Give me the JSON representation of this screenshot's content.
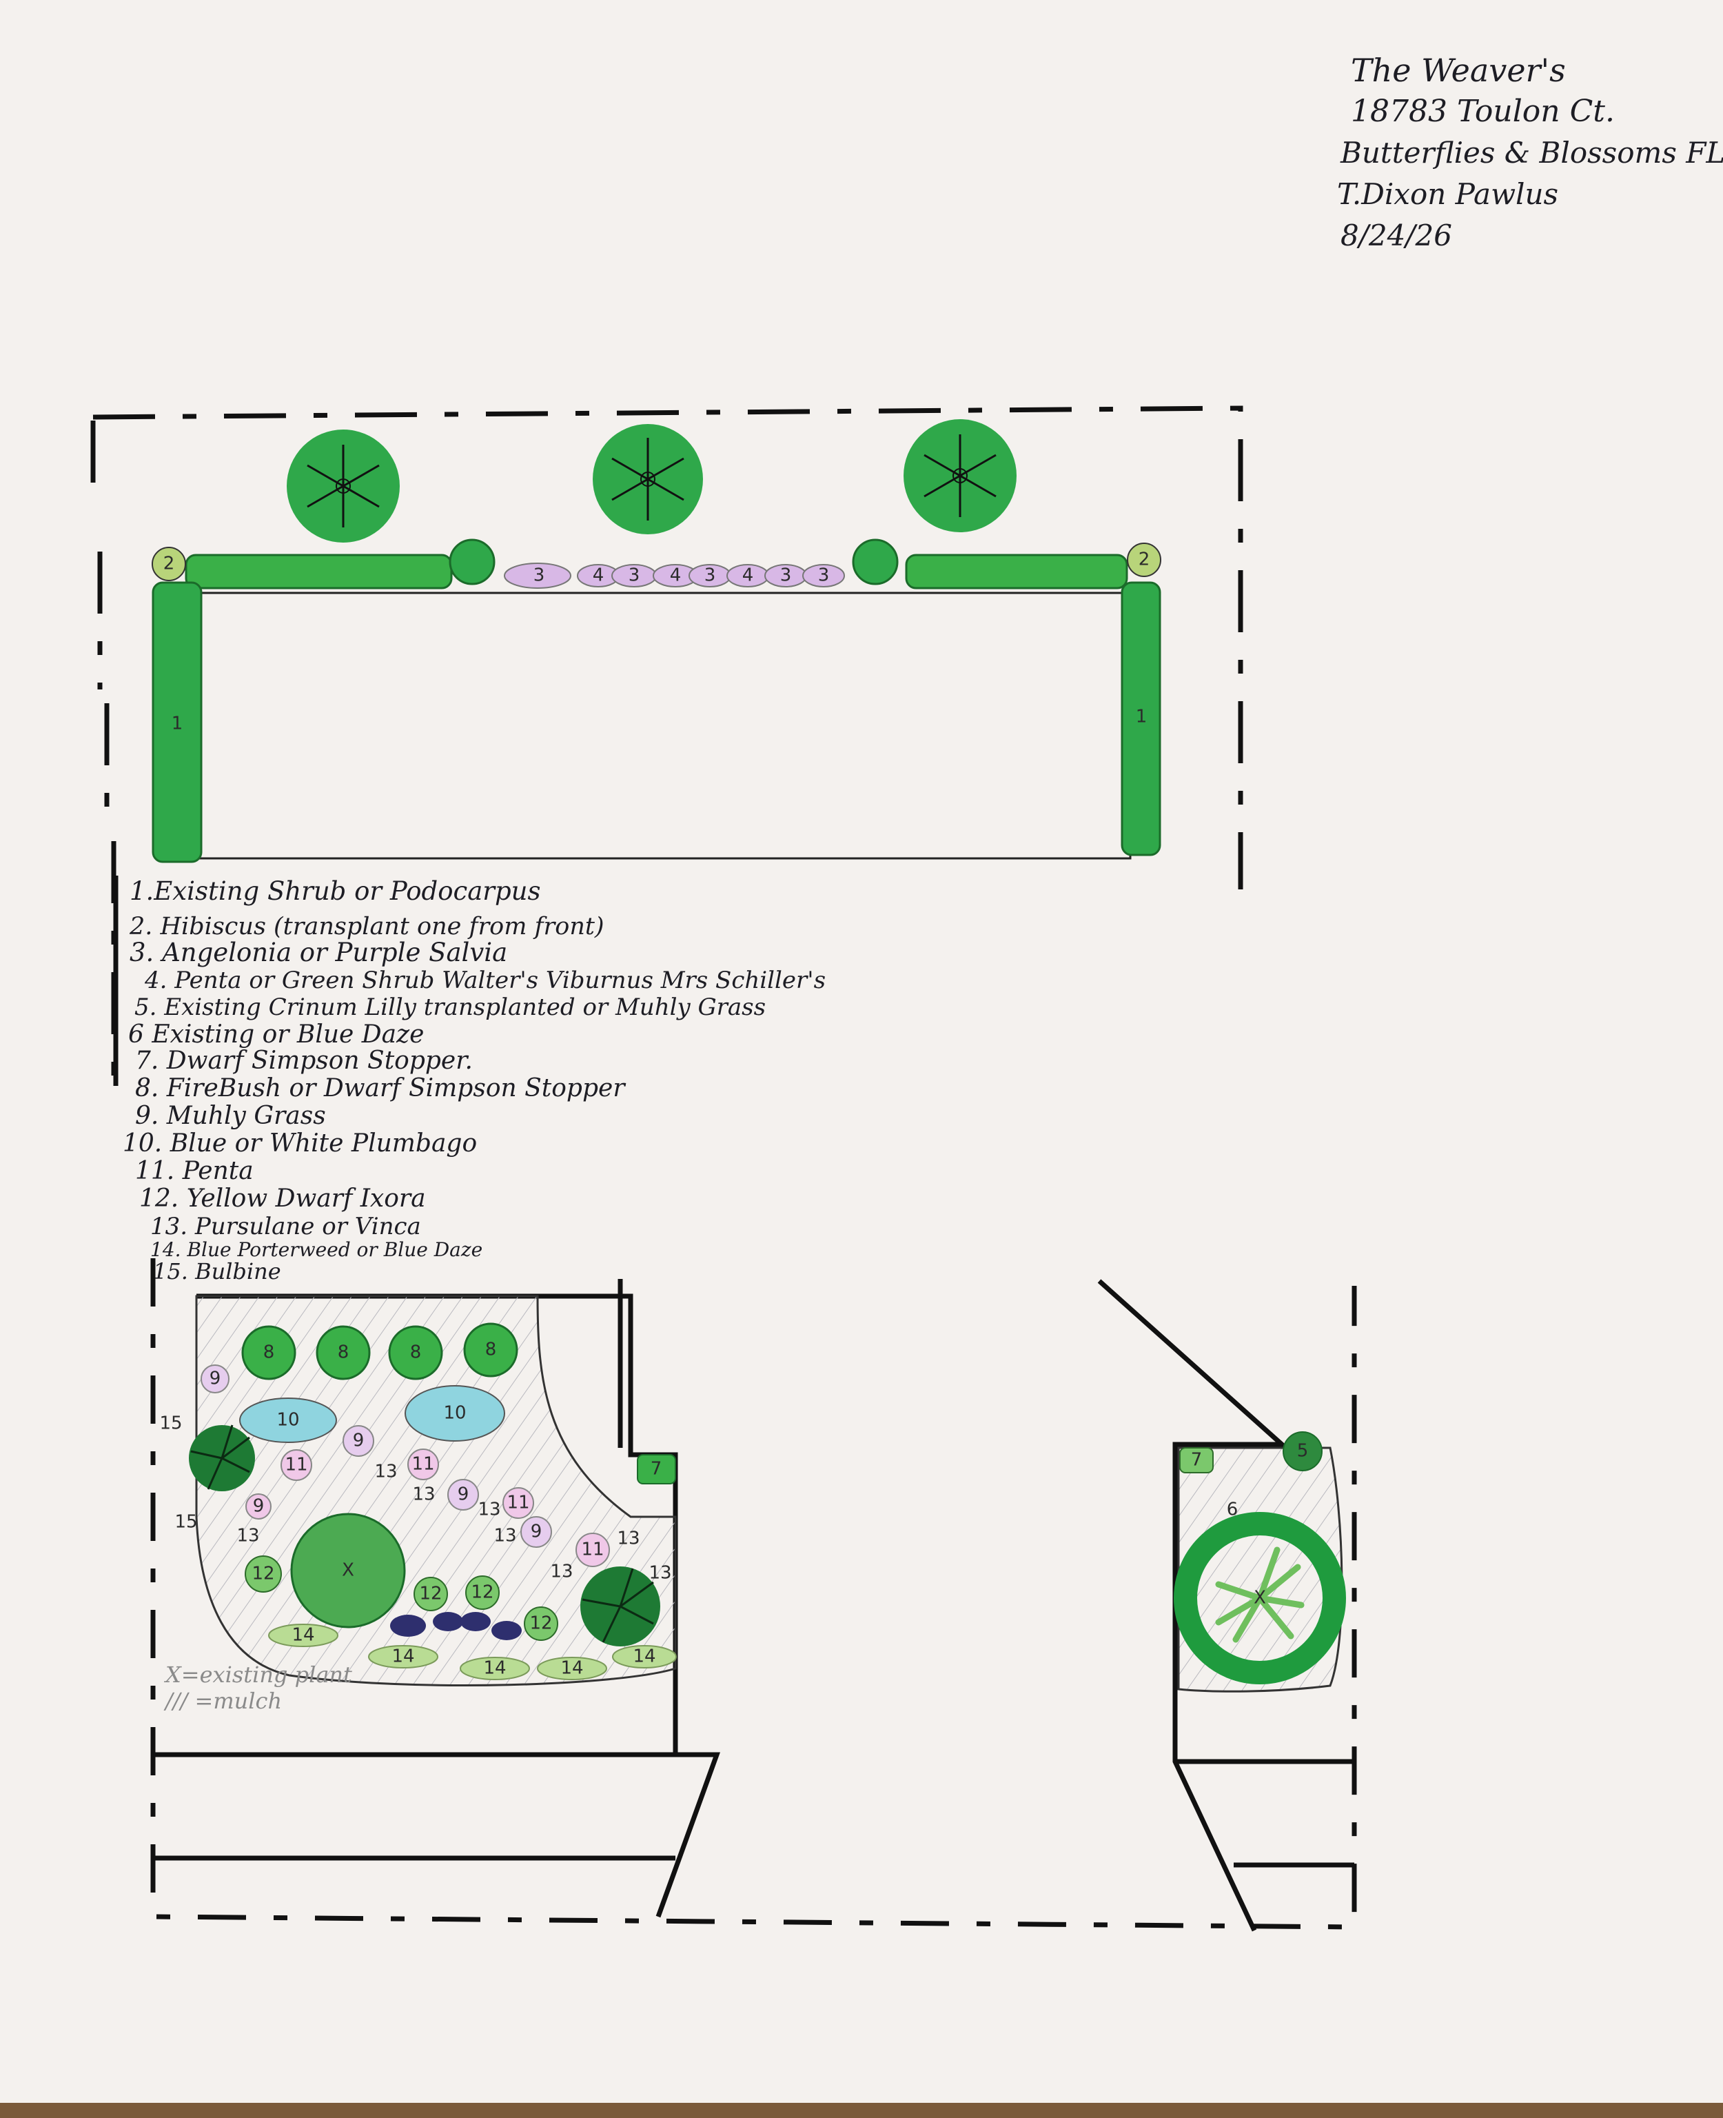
{
  "title_block": {
    "line1": "The Weaver's",
    "line2": "18783 Toulon Ct.",
    "line3": "Butterflies & Blossoms FL",
    "line4": "T.Dixon Pawlus",
    "line5": "8/24/26"
  },
  "legend": [
    "1.Existing Shrub or Podocarpus",
    "2. Hibiscus (transplant one from front)",
    "3. Angelonia or Purple Salvia",
    "4. Penta or Green Shrub Walter's Viburnus Mrs Schiller's",
    "5. Existing Crinum Lilly transplanted or Muhly Grass",
    "6 Existing or Blue Daze",
    "7. Dwarf Simpson Stopper.",
    "8. FireBush or Dwarf Simpson Stopper",
    "9. Muhly Grass",
    "10. Blue or White Plumbago",
    "11. Penta",
    "12. Yellow Dwarf Ixora",
    "13. Pursulane or Vinca",
    "14. Blue Porterweed or Blue Daze",
    "15. Bulbine"
  ],
  "notes": {
    "existing": "X=existing plant",
    "mulch": "/// =mulch"
  },
  "labels": {
    "n1": "1",
    "n2": "2",
    "n3": "3",
    "n4": "4",
    "n5": "5",
    "n6": "6",
    "n7": "7",
    "n8": "8",
    "n9": "9",
    "n10": "10",
    "n11": "11",
    "n12": "12",
    "n13": "13",
    "n14": "14",
    "n15": "15",
    "x": "X"
  },
  "colors": {
    "paper": "#f4f1ee",
    "ink": "#1d1d24",
    "shrub_green": "#2fa84a",
    "light_green": "#7bc86c",
    "purple": "#d8b8e6",
    "blue": "#8fd4df",
    "navy": "#2e2f6e"
  }
}
